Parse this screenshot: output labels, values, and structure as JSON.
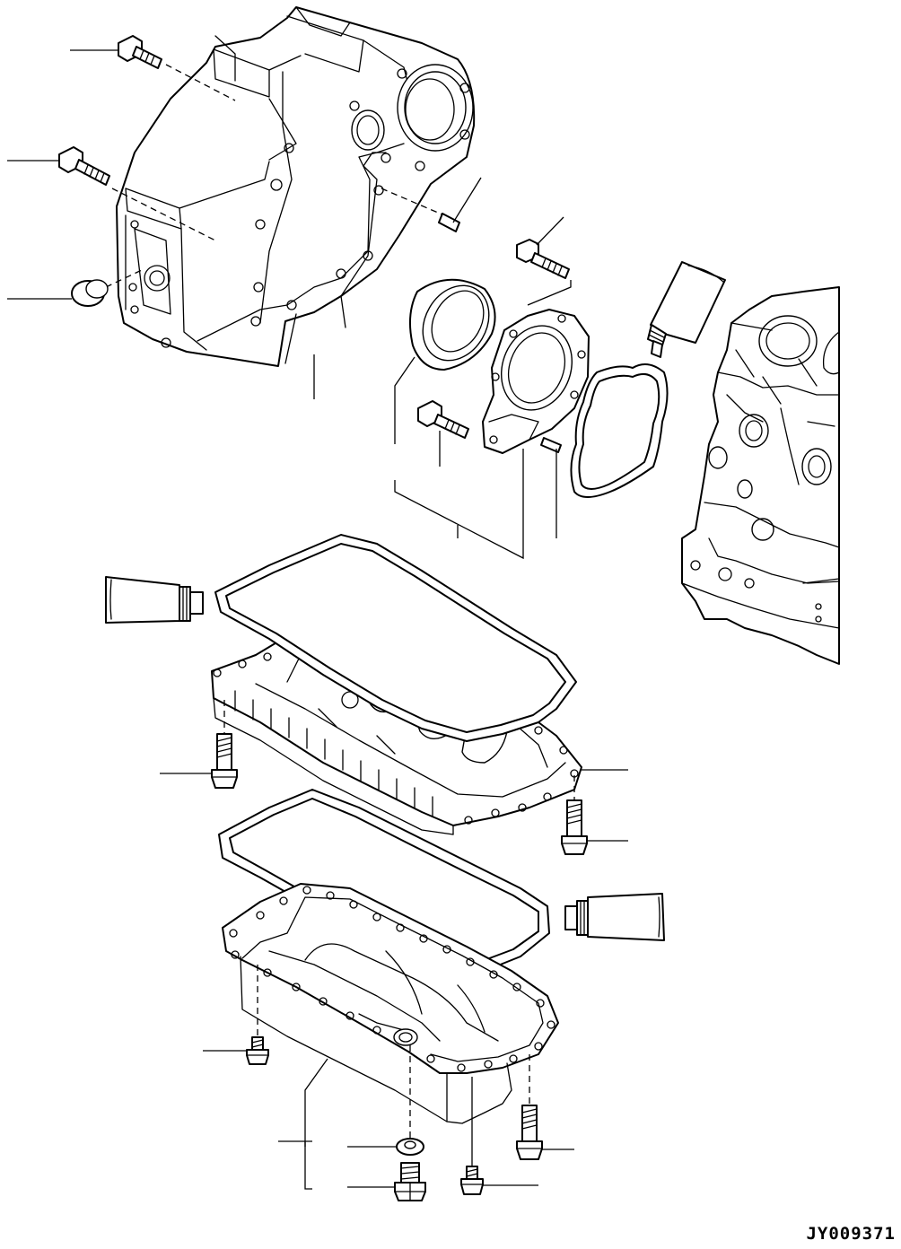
{
  "drawing": {
    "reference_code": "JY009371"
  },
  "colors": {
    "ink": "#000000",
    "paper": "#ffffff"
  },
  "parts": [
    {
      "id": "flywheel-housing-bolt-upper",
      "icon": "bolt-icon"
    },
    {
      "id": "flywheel-housing-bolt-middle",
      "icon": "bolt-icon"
    },
    {
      "id": "housing-plug",
      "icon": "plug-icon"
    },
    {
      "id": "flywheel-housing",
      "icon": "housing-icon"
    },
    {
      "id": "dowel-pin",
      "icon": "pin-icon"
    },
    {
      "id": "cover-bolt",
      "icon": "bolt-icon"
    },
    {
      "id": "liquid-gasket-tube-rear",
      "icon": "sealant-tube-icon"
    },
    {
      "id": "oil-seal",
      "icon": "seal-ring-icon"
    },
    {
      "id": "rear-seal-case",
      "icon": "seal-case-icon"
    },
    {
      "id": "seal-case-gasket",
      "icon": "gasket-icon"
    },
    {
      "id": "seal-case-bolt",
      "icon": "bolt-icon"
    },
    {
      "id": "liquid-gasket-tube-upper-pan",
      "icon": "sealant-tube-icon"
    },
    {
      "id": "upper-oil-pan-gasket",
      "icon": "gasket-icon"
    },
    {
      "id": "upper-oil-pan",
      "icon": "oil-pan-icon"
    },
    {
      "id": "upper-pan-bolt-left",
      "icon": "bolt-icon"
    },
    {
      "id": "upper-pan-bolt-right",
      "icon": "bolt-icon"
    },
    {
      "id": "lower-oil-pan-gasket",
      "icon": "gasket-icon"
    },
    {
      "id": "liquid-gasket-tube-lower-pan",
      "icon": "sealant-tube-icon"
    },
    {
      "id": "lower-oil-pan",
      "icon": "oil-pan-icon"
    },
    {
      "id": "lower-pan-bolt-left",
      "icon": "bolt-icon"
    },
    {
      "id": "lower-pan-bolt-right",
      "icon": "bolt-icon"
    },
    {
      "id": "drain-washer",
      "icon": "washer-icon"
    },
    {
      "id": "drain-plug",
      "icon": "plug-icon"
    },
    {
      "id": "lower-pan-bolt-bottom",
      "icon": "bolt-icon"
    },
    {
      "id": "cylinder-block",
      "icon": "engine-block-icon"
    }
  ]
}
